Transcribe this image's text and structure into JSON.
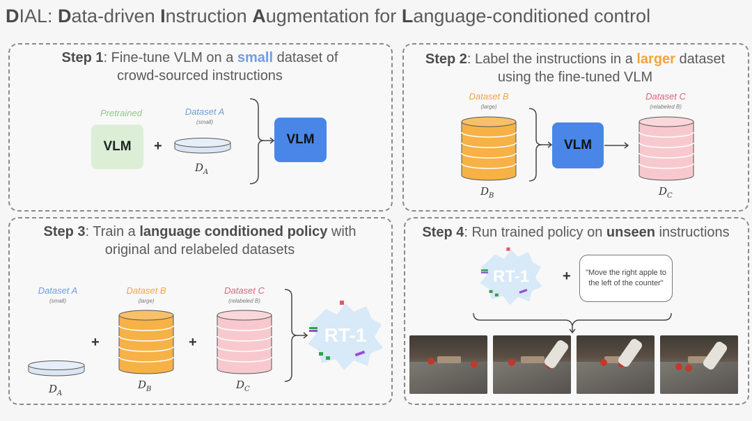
{
  "title": {
    "parts": [
      {
        "text": "D",
        "bold": true
      },
      {
        "text": "IAL: ",
        "bold": false
      },
      {
        "text": "D",
        "bold": true
      },
      {
        "text": "ata-driven ",
        "bold": false
      },
      {
        "text": "I",
        "bold": true
      },
      {
        "text": "nstruction ",
        "bold": false
      },
      {
        "text": "A",
        "bold": true
      },
      {
        "text": "ugmentation for ",
        "bold": false
      },
      {
        "text": "L",
        "bold": true
      },
      {
        "text": "anguage-conditioned control",
        "bold": false
      }
    ]
  },
  "step1": {
    "step_label": "Step 1",
    "line1_pre": ": Fine-tune VLM on a ",
    "line1_highlight": "small",
    "line1_post": " dataset of",
    "line2": "crowd-sourced instructions",
    "pretrained_label": "Pretrained",
    "vlm_label": "VLM",
    "dataset_label": "Dataset A",
    "dataset_sub": "(small)",
    "dataset_symbol": "D",
    "dataset_subscript": "A",
    "plus": "+",
    "output_vlm_label": "VLM"
  },
  "step2": {
    "step_label": "Step 2",
    "line1_pre": ": Label the instructions in a ",
    "line1_highlight": "larger",
    "line1_post": " dataset",
    "line2": "using the fine-tuned VLM",
    "dataset_b_label": "Dataset B",
    "dataset_b_sub": "(large)",
    "dataset_b_symbol": "D",
    "dataset_b_subscript": "B",
    "vlm_label": "VLM",
    "dataset_c_label": "Dataset C",
    "dataset_c_sub": "(relabeled B)",
    "dataset_c_symbol": "D",
    "dataset_c_subscript": "C"
  },
  "step3": {
    "step_label": "Step 3",
    "line1_pre": ": Train a ",
    "line1_highlight": "language conditioned policy",
    "line1_post": " with",
    "line2": "original and relabeled datasets",
    "dataset_a_label": "Dataset A",
    "dataset_a_sub": "(small)",
    "dataset_a_symbol": "D",
    "dataset_a_subscript": "A",
    "dataset_b_label": "Dataset B",
    "dataset_b_sub": "(large)",
    "dataset_b_symbol": "D",
    "dataset_b_subscript": "B",
    "dataset_c_label": "Dataset C",
    "dataset_c_sub": "(relabeled B)",
    "dataset_c_symbol": "D",
    "dataset_c_subscript": "C",
    "plus": "+",
    "policy_label": "RT-1"
  },
  "step4": {
    "step_label": "Step 4",
    "line1_pre": ": Run trained policy on ",
    "line1_highlight": "unseen",
    "line1_post": " instructions",
    "policy_label": "RT-1",
    "plus": "+",
    "instruction": "\"Move the right apple to the left of the counter\""
  },
  "colors": {
    "vlm_pretrained_bg": "#dcefd6",
    "vlm_finetuned_bg": "#4a86e8",
    "dataset_orange": "#f6b246",
    "dataset_pink": "#f7c9cf",
    "dataset_disc": "#dbe6f3",
    "rt1_blob": "#d8e9f8"
  }
}
